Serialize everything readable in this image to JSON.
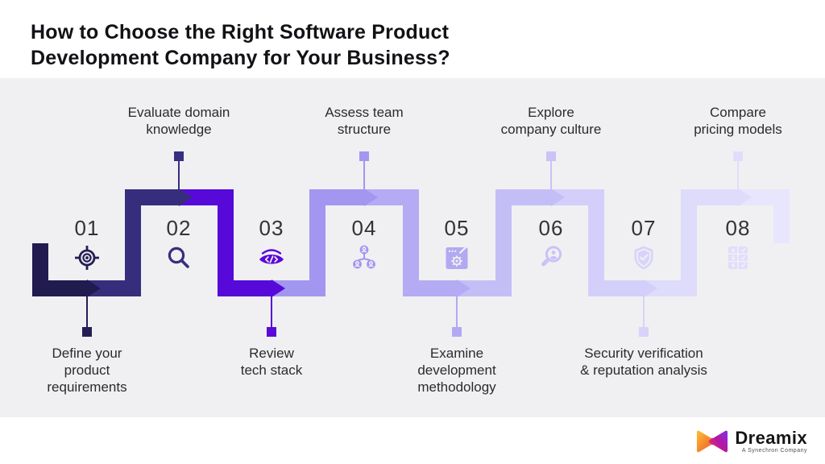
{
  "title": "How to Choose the Right Software Product\nDevelopment Company for Your Business?",
  "steps": [
    {
      "number": "01",
      "label": "Define your\nproduct\nrequirements",
      "label_position": "below",
      "icon": "target-icon",
      "ink": "#251e56"
    },
    {
      "number": "02",
      "label": "Evaluate domain\nknowledge",
      "label_position": "above",
      "icon": "magnifier-icon",
      "ink": "#372e80"
    },
    {
      "number": "03",
      "label": "Review\ntech stack",
      "label_position": "below",
      "icon": "code-review-eye-icon",
      "ink": "#5a09d8"
    },
    {
      "number": "04",
      "label": "Assess team\nstructure",
      "label_position": "above",
      "icon": "team-structure-icon",
      "ink": "#a396f0"
    },
    {
      "number": "05",
      "label": "Examine\ndevelopment\nmethodology",
      "label_position": "below",
      "icon": "window-gear-icon",
      "ink": "#b2a9f3"
    },
    {
      "number": "06",
      "label": "Explore\ncompany culture",
      "label_position": "above",
      "icon": "person-search-icon",
      "ink": "#c9c3f8"
    },
    {
      "number": "07",
      "label": "Security verification\n& reputation analysis",
      "label_position": "below",
      "icon": "shield-check-icon",
      "ink": "#d7d3fa"
    },
    {
      "number": "08",
      "label": "Compare\npricing models",
      "label_position": "above",
      "icon": "checklist-table-icon",
      "ink": "#e0ddfc"
    }
  ],
  "colors": {
    "band_bg": "#f0f0f2",
    "ribbon_zones": [
      "#221b50",
      "#362e7d",
      "#5609d9",
      "#a396f0",
      "#b4abf4",
      "#c4bef7",
      "#d3cffa",
      "#dedbfb",
      "#e8e6fd"
    ],
    "number_color": "#323237",
    "label_color": "#2b2b2f",
    "title_color": "#121216"
  },
  "brand": {
    "name": "Dreamix",
    "tagline": "A Synechron Company",
    "mark_colors": {
      "left": "#f89b2d",
      "left_deep": "#f1592f",
      "center": "#e8326d",
      "right": "#b5179e",
      "right_deep": "#7b2ff0"
    }
  }
}
